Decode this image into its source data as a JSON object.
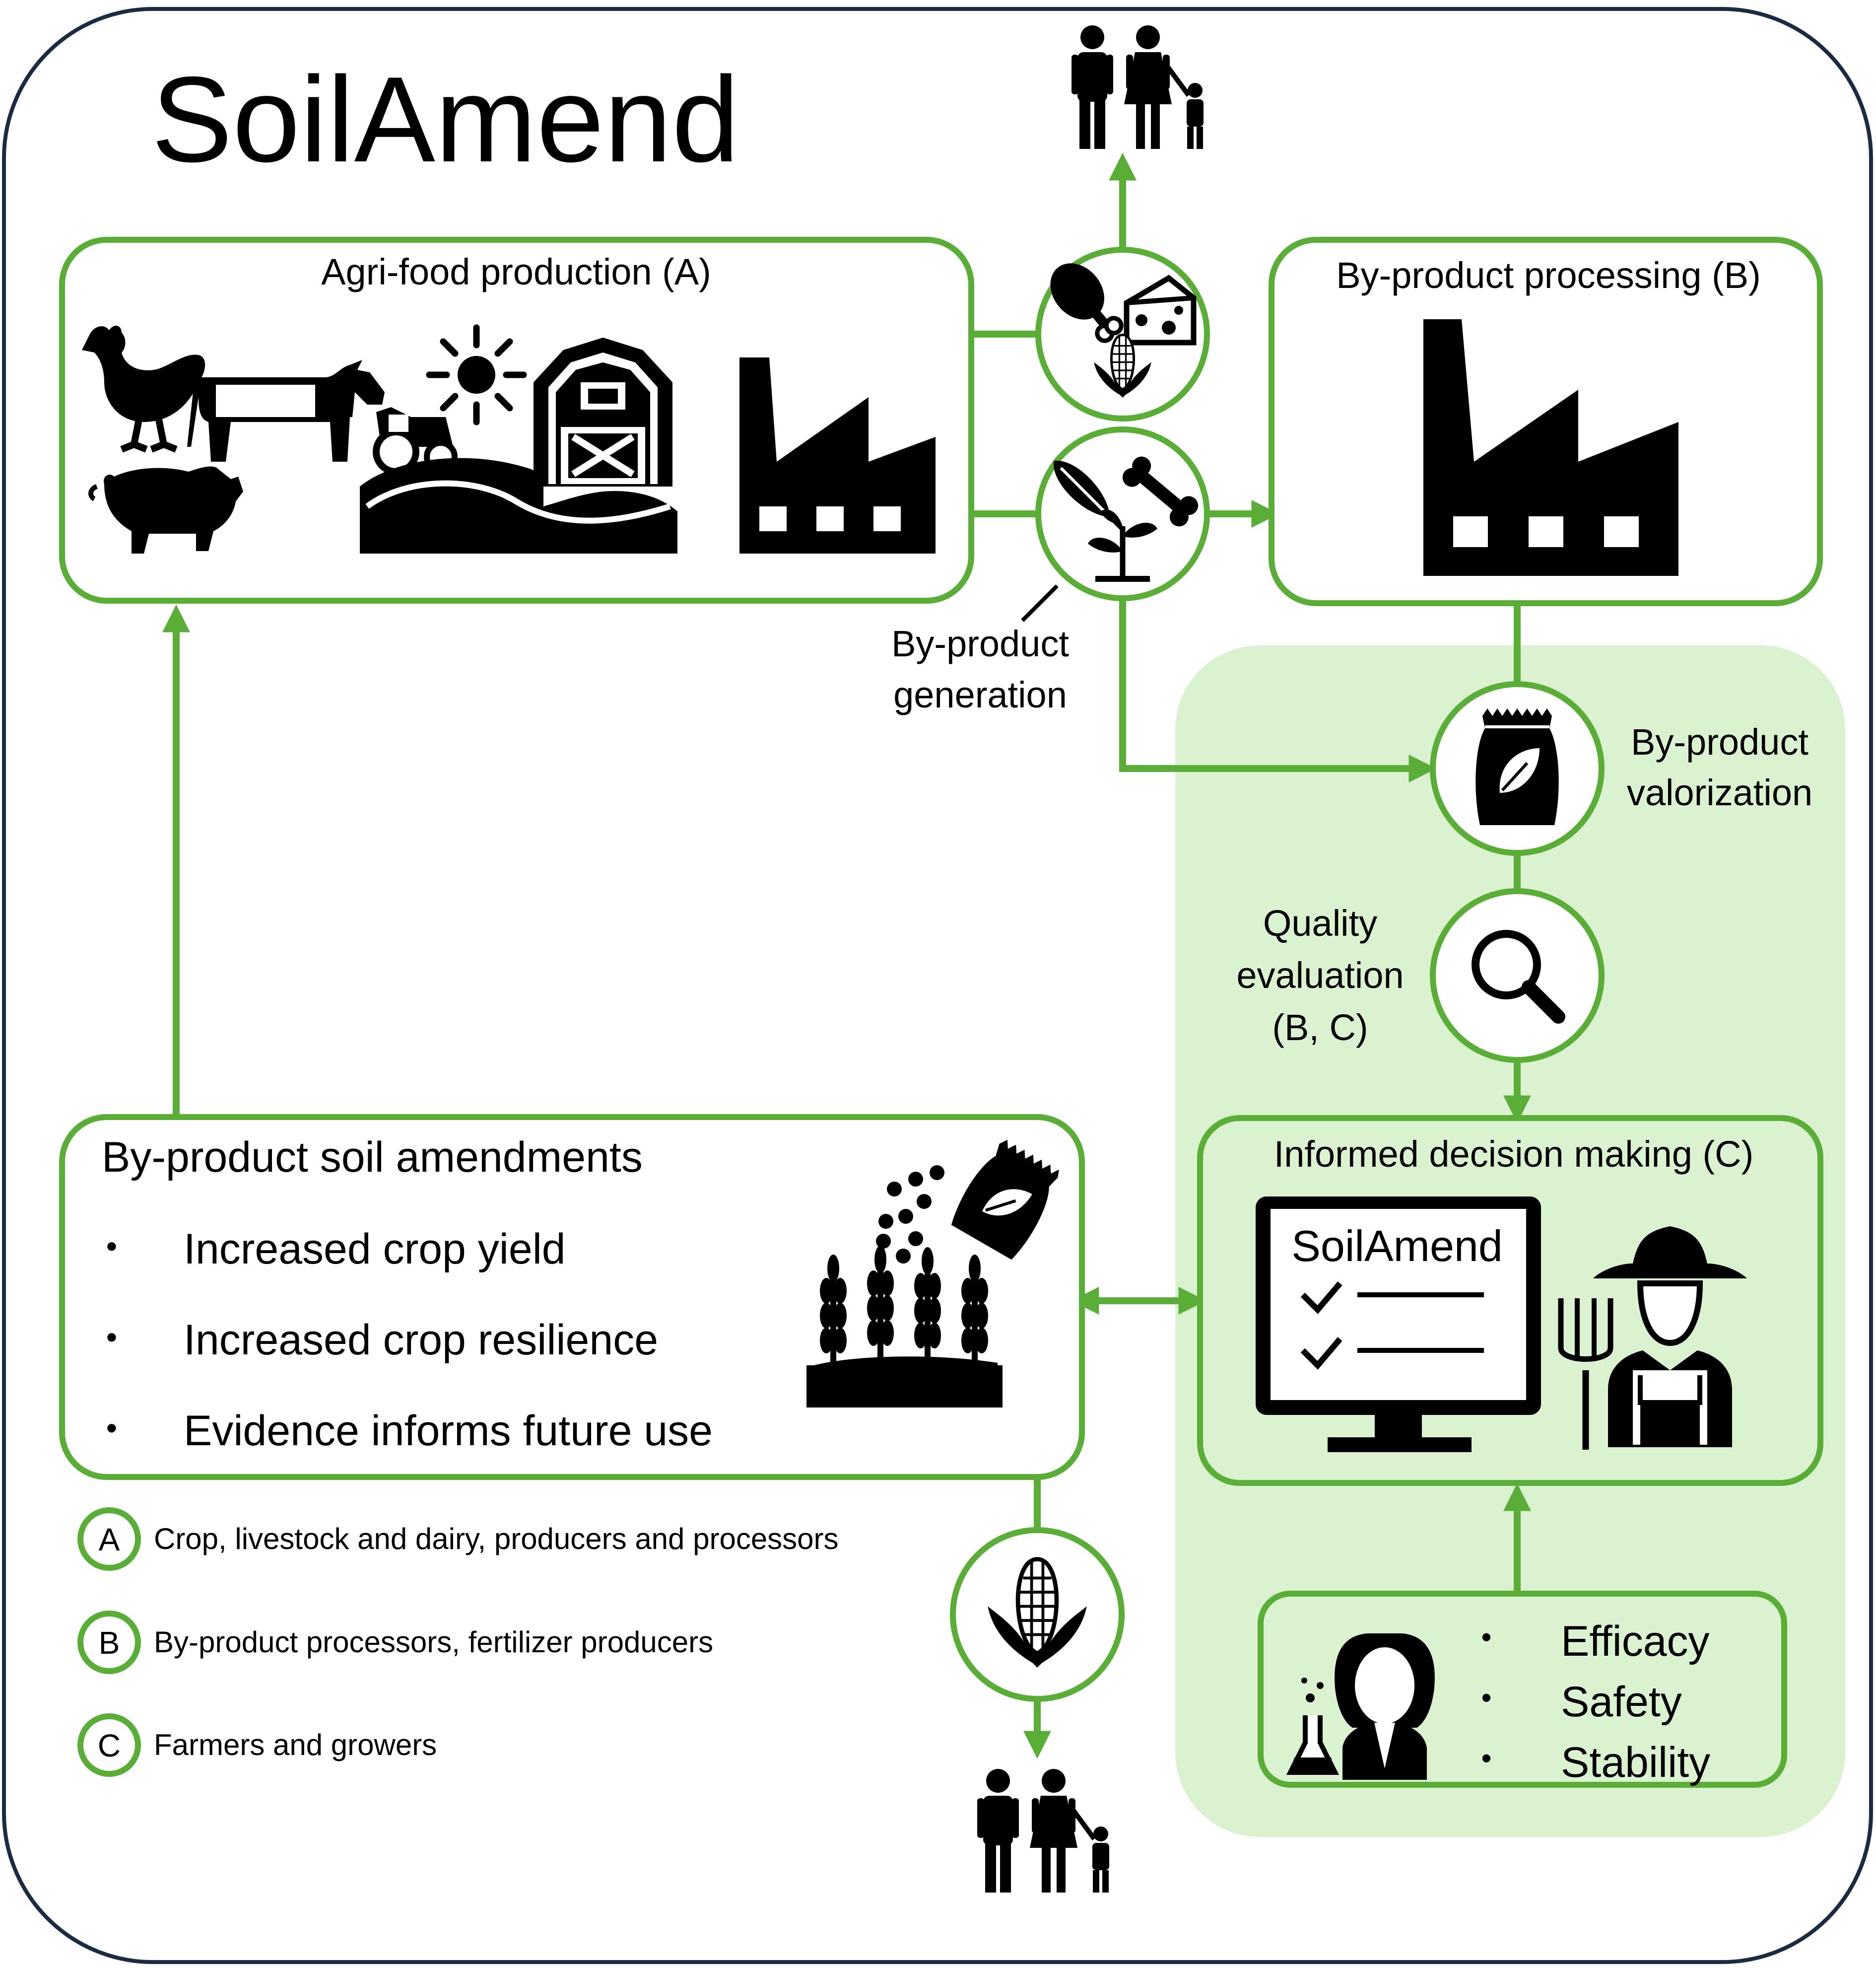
{
  "title": "SoilAmend",
  "colors": {
    "green": "#5aad36",
    "light_green": "#daf2d0",
    "navy": "#1a2b42",
    "black": "#000000",
    "white": "#ffffff"
  },
  "agri_food": {
    "title": "Agri-food production (A)",
    "icons": [
      "chicken-icon",
      "cow-icon",
      "pig-icon",
      "sun-icon",
      "tractor-icon",
      "barn-icon",
      "hills-icon",
      "factory-icon"
    ]
  },
  "byproduct_processing": {
    "title": "By-product processing (B)",
    "icons": [
      "factory-icon"
    ]
  },
  "byproduct_generation": {
    "line1": "By-product",
    "line2": "generation",
    "icons": [
      "feather-icon",
      "bone-icon",
      "plant-icon"
    ]
  },
  "food_products": {
    "icons": [
      "drumstick-icon",
      "cheese-icon",
      "corn-icon"
    ]
  },
  "byproduct_valorization": {
    "line1": "By-product",
    "line2": "valorization",
    "icon": "fertilizer-bag-icon"
  },
  "quality_evaluation": {
    "line1": "Quality",
    "line2": "evaluation",
    "line3": "(B, C)",
    "icon": "magnifier-icon"
  },
  "informed_decision": {
    "title": "Informed decision making (C)",
    "screen_label": "SoilAmend",
    "icons": [
      "monitor-icon",
      "checkmark-icon",
      "farmer-icon",
      "pitchfork-icon"
    ]
  },
  "soil_amendments": {
    "title": "By-product soil amendments",
    "bullet": "•",
    "items": [
      "Increased crop yield",
      "Increased crop resilience",
      "Evidence informs future use"
    ],
    "icons": [
      "crops-fertilizer-icon"
    ]
  },
  "research": {
    "bullet": "•",
    "items": [
      "Efficacy",
      "Safety",
      "Stability"
    ],
    "icon": "scientist-icon"
  },
  "legend": [
    {
      "key": "A",
      "text": "Crop, livestock and dairy, producers and processors"
    },
    {
      "key": "B",
      "text": "By-product processors, fertilizer producers"
    },
    {
      "key": "C",
      "text": "Farmers and growers"
    }
  ],
  "consumers": {
    "icon": "family-icon"
  },
  "crop_output": {
    "icon": "corn-icon"
  }
}
